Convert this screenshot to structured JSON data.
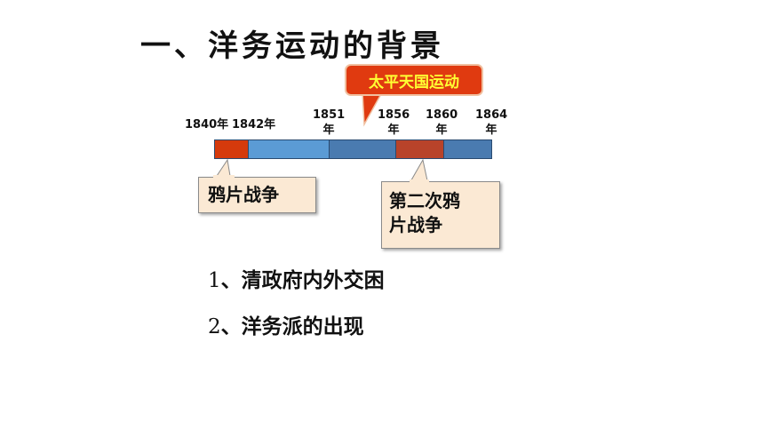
{
  "title": "一、洋务运动的背景",
  "timeline": {
    "years": [
      {
        "id": "1840",
        "label": "1840年"
      },
      {
        "id": "1842",
        "label": "1842年"
      },
      {
        "id": "1851",
        "label": "1851\n年"
      },
      {
        "id": "1856",
        "label": "1856\n年"
      },
      {
        "id": "1860",
        "label": "1860\n年"
      },
      {
        "id": "1864",
        "label": "1864\n年"
      }
    ],
    "segments": [
      {
        "from": 1840,
        "to": 1842,
        "color": "#d53a0c"
      },
      {
        "from": 1842,
        "to": 1851,
        "color": "#5b9bd5"
      },
      {
        "from": 1851,
        "to": 1856,
        "color": "#4a7bb0"
      },
      {
        "from": 1856,
        "to": 1860,
        "color": "#b8432a"
      },
      {
        "from": 1860,
        "to": 1864,
        "color": "#4a7bb0"
      }
    ]
  },
  "callouts": {
    "taiping": "太平天国运动",
    "opium_war": "鸦片战争",
    "second_opium_war_line1": "第二次鸦",
    "second_opium_war_line2": "片战争"
  },
  "points": [
    {
      "num": "1",
      "text": "、清政府内外交困"
    },
    {
      "num": "2",
      "text": "、洋务派的出现"
    }
  ],
  "colors": {
    "taiping_fill": "#e03a10",
    "taiping_text": "#ffff33",
    "callout_fill": "#fbe9d4"
  }
}
